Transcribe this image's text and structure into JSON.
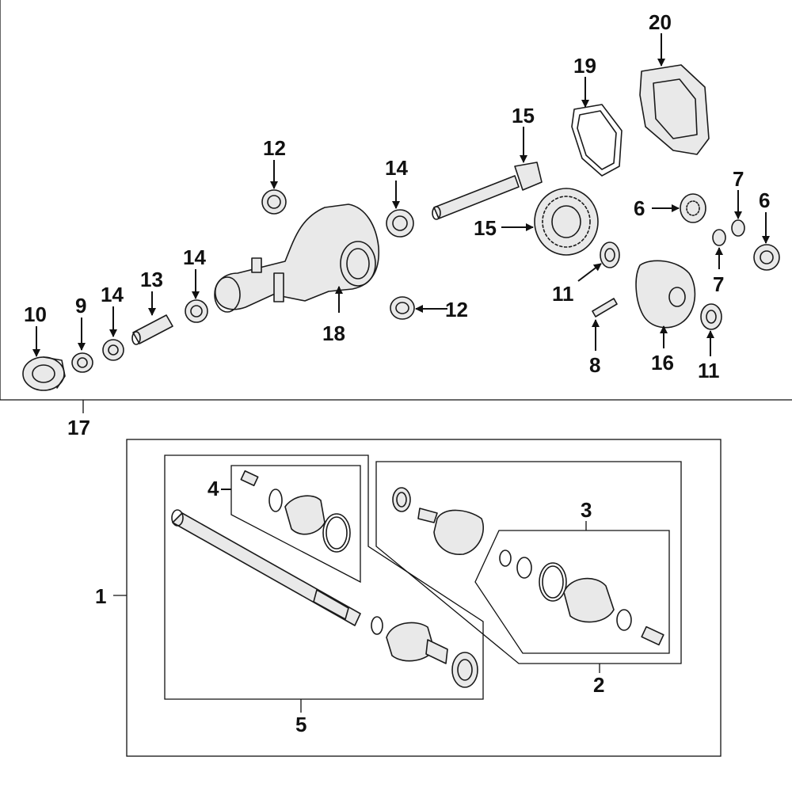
{
  "callouts": {
    "c1": "1",
    "c2": "2",
    "c3": "3",
    "c4": "4",
    "c5": "5",
    "c6a": "6",
    "c6b": "6",
    "c7a": "7",
    "c7b": "7",
    "c8": "8",
    "c9": "9",
    "c10": "10",
    "c11a": "11",
    "c11b": "11",
    "c12a": "12",
    "c12b": "12",
    "c13": "13",
    "c14a": "14",
    "c14b": "14",
    "c14c": "14",
    "c15a": "15",
    "c15b": "15",
    "c16": "16",
    "c17": "17",
    "c18": "18",
    "c19": "19",
    "c20": "20"
  }
}
